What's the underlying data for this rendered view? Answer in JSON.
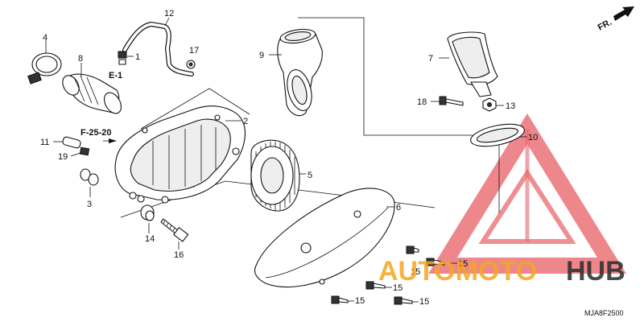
{
  "diagram": {
    "direction_label": "FR.",
    "refs": [
      "E-1",
      "F-25-20"
    ],
    "drawing_code": "MJA8F2500",
    "callouts": [
      "1",
      "2",
      "3",
      "4",
      "5",
      "6",
      "7",
      "8",
      "9",
      "10",
      "11",
      "12",
      "13",
      "14",
      "15",
      "16",
      "17",
      "18",
      "19"
    ],
    "fastener_label": "15"
  },
  "watermark": {
    "part1": "AUTOMOTO",
    "part2": "HUB",
    "colors": {
      "red": "#e8696e",
      "orange": "#f5a623",
      "dark": "#2b2b2b"
    }
  }
}
